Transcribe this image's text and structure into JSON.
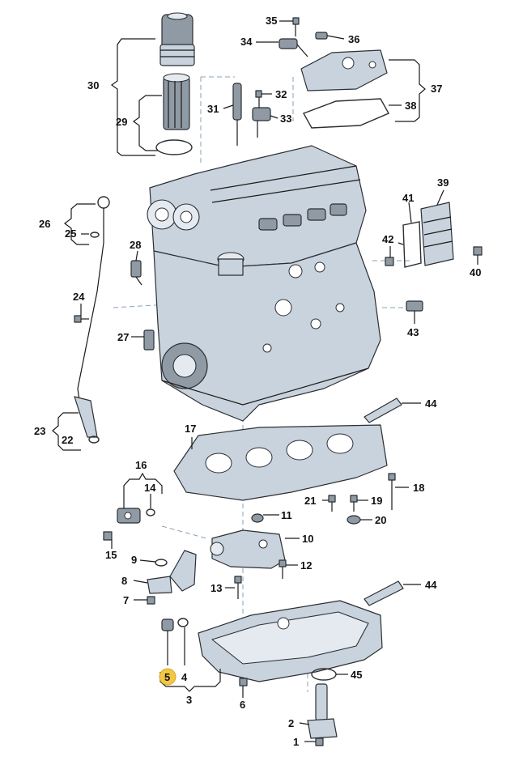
{
  "callouts": [
    {
      "num": "1"
    },
    {
      "num": "2"
    },
    {
      "num": "3"
    },
    {
      "num": "4"
    },
    {
      "num": "5"
    },
    {
      "num": "6"
    },
    {
      "num": "7"
    },
    {
      "num": "8"
    },
    {
      "num": "9"
    },
    {
      "num": "10"
    },
    {
      "num": "11"
    },
    {
      "num": "12"
    },
    {
      "num": "13"
    },
    {
      "num": "14"
    },
    {
      "num": "15"
    },
    {
      "num": "16"
    },
    {
      "num": "17"
    },
    {
      "num": "18"
    },
    {
      "num": "19"
    },
    {
      "num": "20"
    },
    {
      "num": "21"
    },
    {
      "num": "22"
    },
    {
      "num": "23"
    },
    {
      "num": "24"
    },
    {
      "num": "25"
    },
    {
      "num": "26"
    },
    {
      "num": "27"
    },
    {
      "num": "28"
    },
    {
      "num": "29"
    },
    {
      "num": "30"
    },
    {
      "num": "31"
    },
    {
      "num": "32"
    },
    {
      "num": "33"
    },
    {
      "num": "34"
    },
    {
      "num": "35"
    },
    {
      "num": "36"
    },
    {
      "num": "37"
    },
    {
      "num": "38"
    },
    {
      "num": "39"
    },
    {
      "num": "40"
    },
    {
      "num": "41"
    },
    {
      "num": "42"
    },
    {
      "num": "43"
    },
    {
      "num": "44a",
      "label": "44"
    },
    {
      "num": "44b",
      "label": "44"
    },
    {
      "num": "45"
    }
  ],
  "highlight": {
    "num": "5",
    "color": "#f2c744"
  },
  "colors": {
    "part": "#c9d3dd",
    "part_dark": "#8f9aa5",
    "line": "#1a1a1a"
  }
}
